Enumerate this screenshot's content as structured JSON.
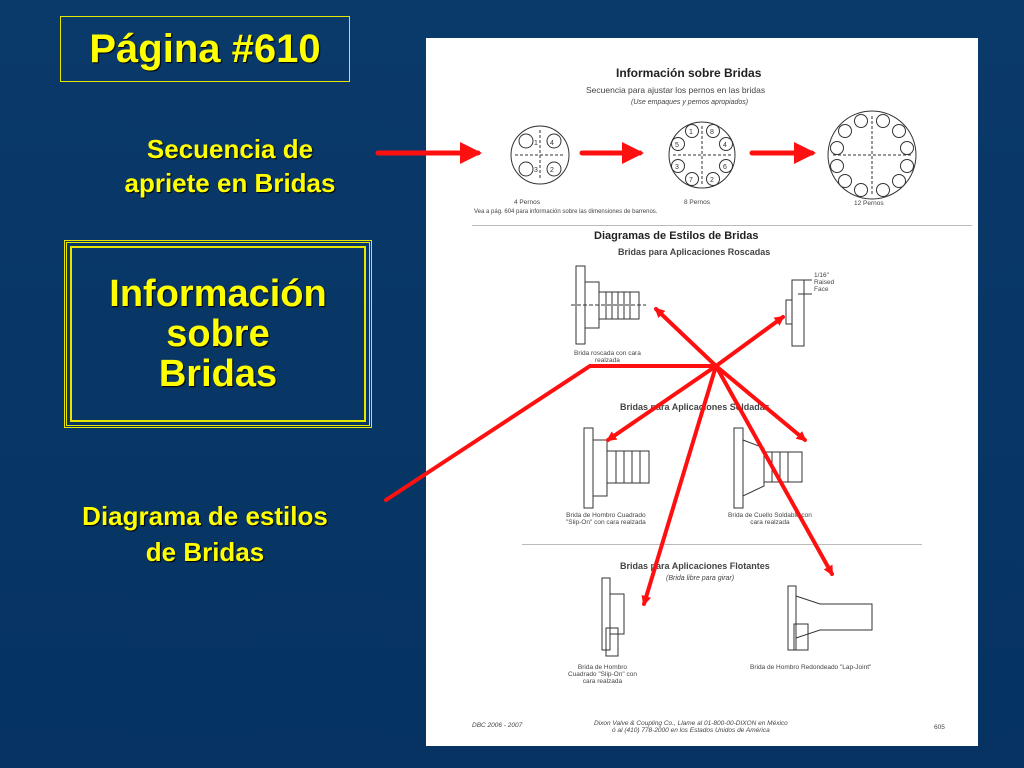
{
  "slide": {
    "page_badge": "Página #610",
    "label_sequence": [
      "Secuencia de",
      "apriete en Bridas"
    ],
    "info_title": [
      "Información",
      "sobre",
      "Bridas"
    ],
    "label_diagram": [
      "Diagrama de estilos",
      "de Bridas"
    ]
  },
  "colors": {
    "background": "#073763",
    "accent_yellow": "#ffff00",
    "arrow_red": "#ff1010"
  },
  "doc": {
    "title1": "Información sobre Bridas",
    "subtitle1": "Secuencia para ajustar los pernos en las bridas",
    "note1": "(Use empaques y pernos apropiados)",
    "bolts4_label": "4 Pernos",
    "bolts8_label": "8 Pernos",
    "bolts12_label": "12 Pernos",
    "see_note": "Vea a pág. 604 para información sobre las dimensiones de barrenos.",
    "title2": "Diagramas de Estilos de Bridas",
    "subtitle2": "Bridas para Aplicaciones Roscadas",
    "threaded_caption": [
      "Brida roscada con cara",
      "realzada"
    ],
    "raised_face_label": [
      "1/16\"",
      "Raised",
      "Face"
    ],
    "subtitle3": "Bridas para Aplicaciones Soldadas",
    "welded1_caption": [
      "Brida de Hombro Cuadrado",
      "\"Slip-On\" con cara realzada"
    ],
    "welded2_caption": [
      "Brida de Cuello Soldable con",
      "cara realzada"
    ],
    "subtitle4": "Bridas para Aplicaciones Flotantes",
    "note4": "(Brida libre para girar)",
    "float1_caption": [
      "Brida de Hombro",
      "Cuadrado \"Slip-On\" con",
      "cara realzada"
    ],
    "float2_caption": "Brida de Hombro Redondeado \"Lap-Joint\"",
    "footer_left": "DBC 2006 - 2007",
    "footer_center": [
      "Dixon Valve & Coupling Co., Llame al 01-800-00-DIXON en México",
      "ó al (410) 778-2000 en los Estados Unidos de América"
    ],
    "footer_page": "605"
  }
}
